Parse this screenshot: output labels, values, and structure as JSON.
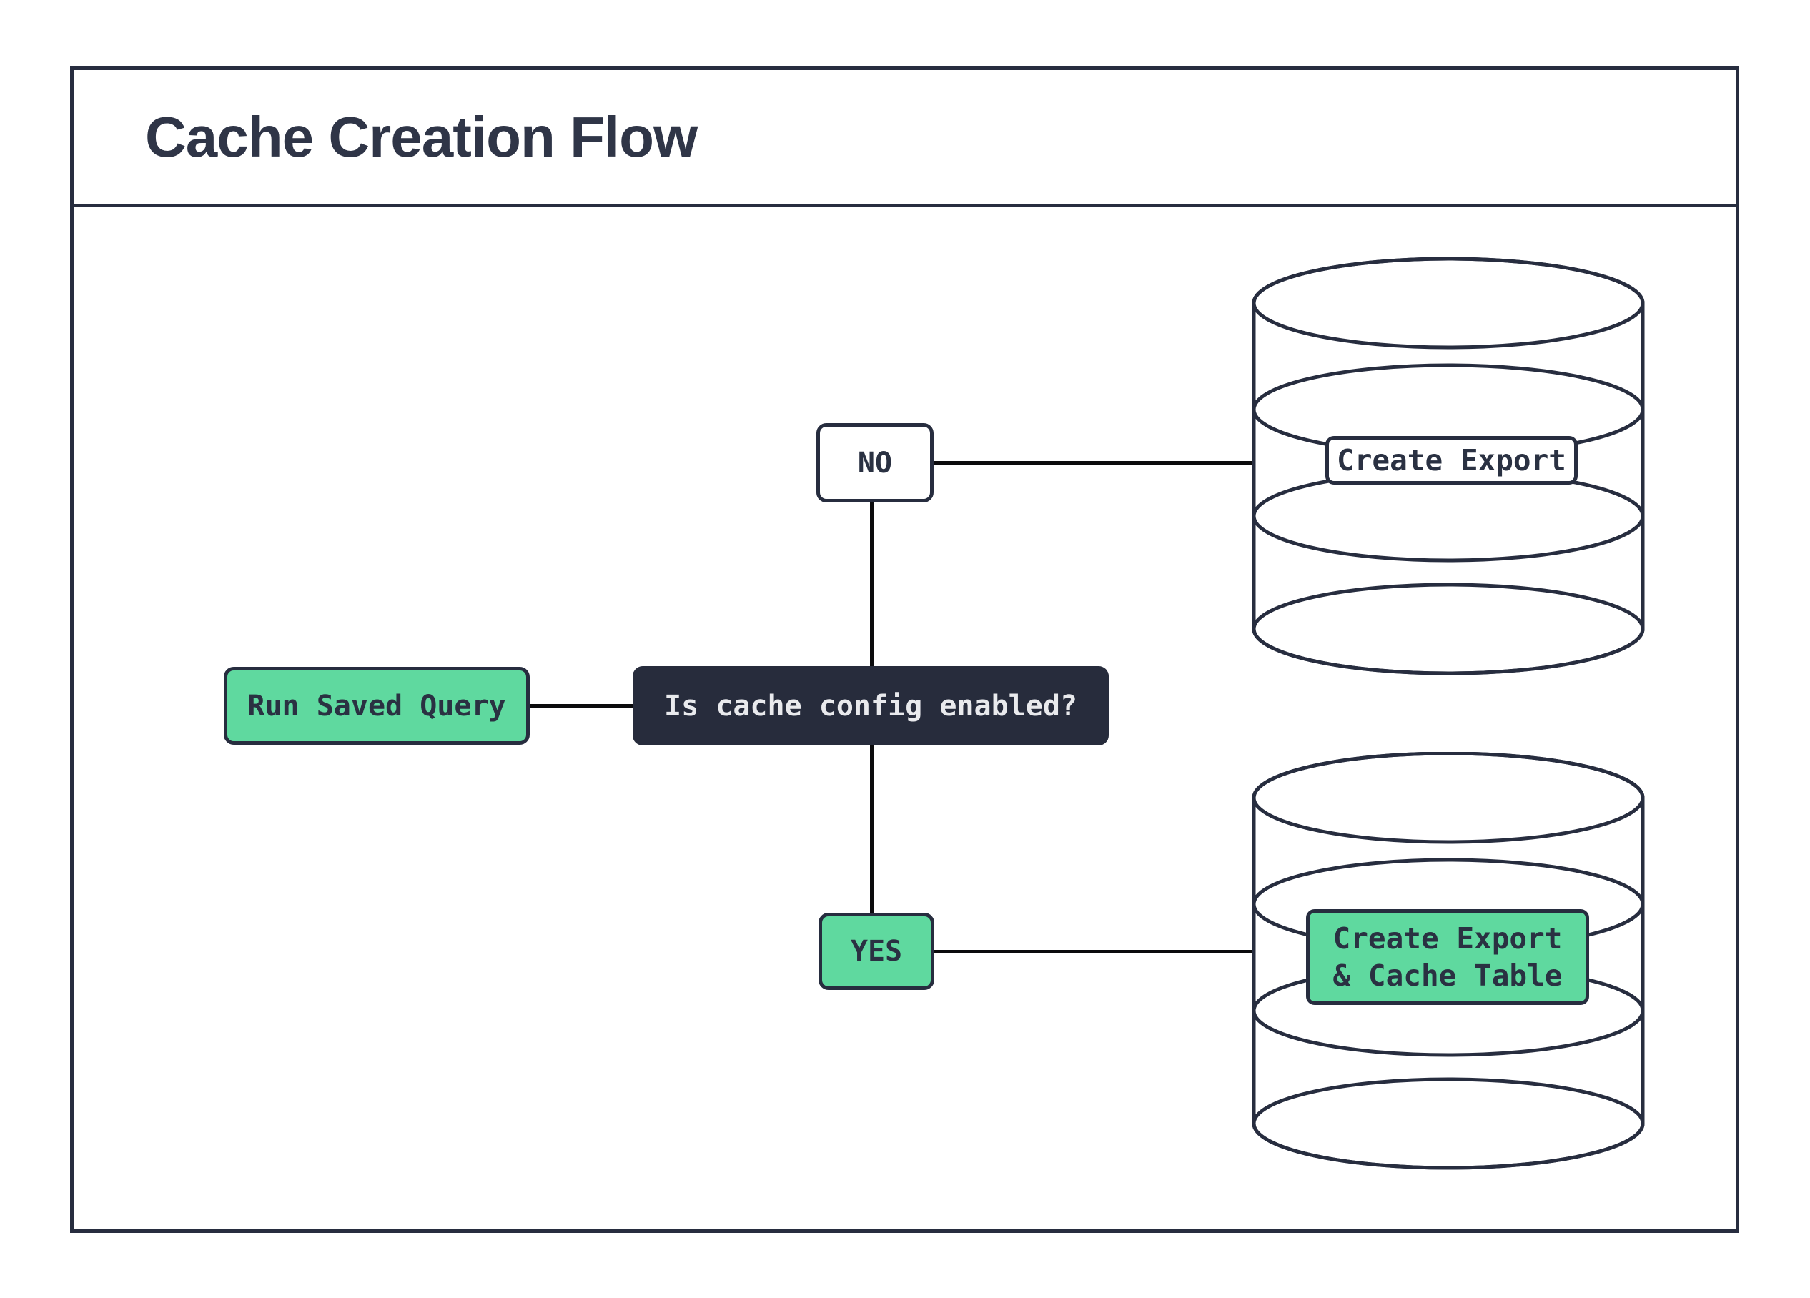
{
  "header": {
    "title": "Cache Creation Flow"
  },
  "nodes": {
    "start": {
      "label": "Run Saved Query"
    },
    "decision": {
      "label": "Is cache config enabled?"
    },
    "no": {
      "label": "NO"
    },
    "yes": {
      "label": "YES"
    },
    "export": {
      "label": "Create Export"
    },
    "export_cache": {
      "line1": "Create Export",
      "line2": "& Cache Table"
    }
  },
  "icons": {
    "top_database": "database-icon",
    "bottom_database": "database-icon"
  },
  "colors": {
    "ink": "#272D3F",
    "green": "#5FD99F",
    "dark_fill": "#272C3C",
    "light_text": "#E9EAED",
    "connector": "#0b0b0d",
    "title_text": "#2F3547"
  }
}
